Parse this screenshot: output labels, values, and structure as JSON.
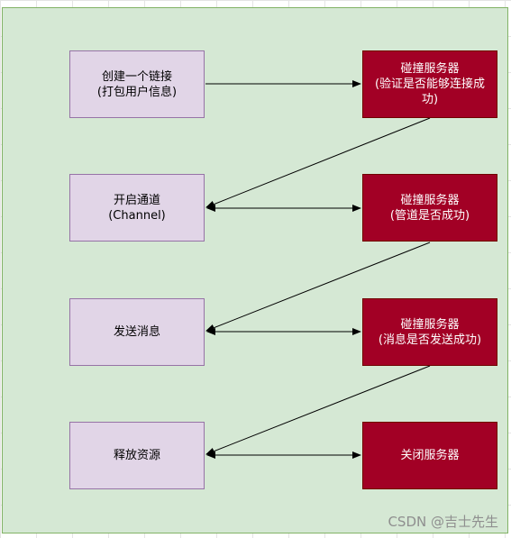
{
  "clients": [
    {
      "label": "创建一个链接\n(打包用户信息)"
    },
    {
      "label": "开启通道\n(Channel)"
    },
    {
      "label": "发送消息"
    },
    {
      "label": "释放资源"
    }
  ],
  "servers": [
    {
      "label": "碰撞服务器\n(验证是否能够连接成\n功)"
    },
    {
      "label": "碰撞服务器\n(管道是否成功)"
    },
    {
      "label": "碰撞服务器\n(消息是否发送成功)"
    },
    {
      "label": "关闭服务器"
    }
  ],
  "watermark": "CSDN @吉士先生",
  "colors": {
    "background": "#d5e8d4",
    "client_fill": "#e1d5e7",
    "server_fill": "#a20025",
    "edge": "#000000"
  }
}
